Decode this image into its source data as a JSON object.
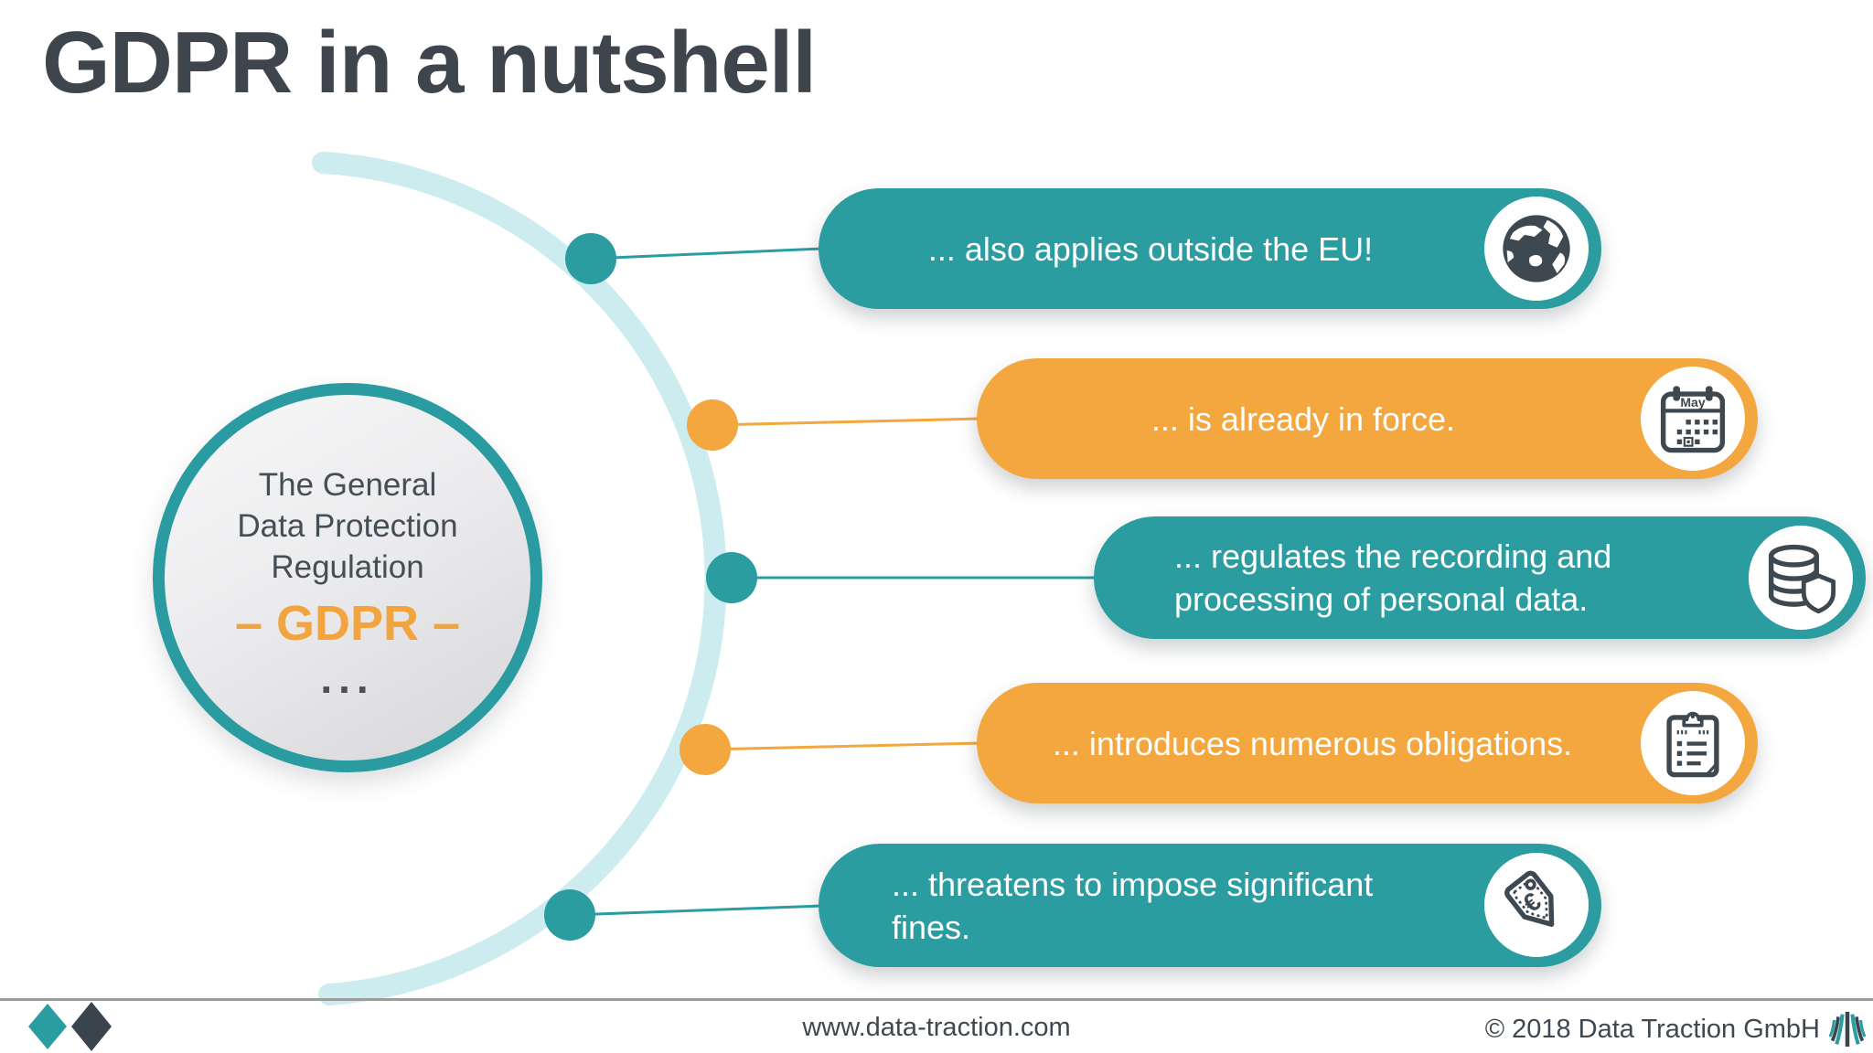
{
  "title": "GDPR in a nutshell",
  "hub": {
    "line1": "The General",
    "line2": "Data Protection",
    "line3": "Regulation",
    "highlight": "– GDPR –",
    "ellipsis": "..."
  },
  "pills": [
    {
      "text": "... also applies outside the EU!",
      "icon": "globe-icon",
      "color": "#2B9DA1"
    },
    {
      "text": "... is already in force.",
      "icon": "calendar-icon",
      "color": "#F3A73E",
      "calendar_label": "May"
    },
    {
      "text": "... regulates the recording and processing of personal data.",
      "icon": "database-shield-icon",
      "color": "#2B9DA1"
    },
    {
      "text": "... introduces numerous obligations.",
      "icon": "clipboard-checklist-icon",
      "color": "#F3A73E"
    },
    {
      "text": "... threatens to impose significant fines.",
      "icon": "price-tag-euro-icon",
      "color": "#2B9DA1",
      "euro_glyph": "€"
    }
  ],
  "footer": {
    "website": "www.data-traction.com",
    "copyright": "© 2018 Data Traction GmbH"
  },
  "colors": {
    "teal": "#2B9DA1",
    "orange": "#F3A73E",
    "dark_text": "#3E4850",
    "title_text": "#3E454D",
    "arc_light_teal": "#CDECEF",
    "hub_fill_light": "#F4F4F5",
    "footer_rule_gray": "#9C9C9C"
  }
}
